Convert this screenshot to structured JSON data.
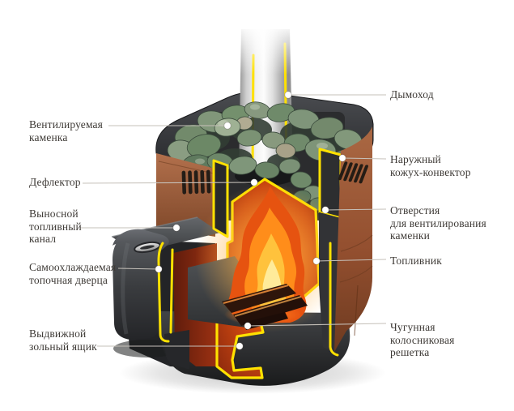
{
  "annotations": {
    "left": [
      {
        "text": "Вентилируемая\nкаменка"
      },
      {
        "text": "Дефлектор"
      },
      {
        "text": "Выносной\nтопливный\nканал"
      },
      {
        "text": "Самоохлаждаемая\nтопочная дверца"
      },
      {
        "text": "Выдвижной\nзольный ящик"
      }
    ],
    "right": [
      {
        "text": "Дымоход"
      },
      {
        "text": "Наружный\nкожух-конвектор"
      },
      {
        "text": "Отверстия\nдля вентилирования\nкаменки"
      },
      {
        "text": "Топливник"
      },
      {
        "text": "Чугунная\nколосниковая\nрешетка"
      }
    ]
  },
  "palette": {
    "background": "#ffffff",
    "cut_edge_yellow": "#ffe100",
    "body_copper": "#9a5c3a",
    "metal_dark": "#303134",
    "stone_green": "#7c8d77",
    "flame_orange": "#ff8d1a",
    "firebox_red": "#cc4710",
    "label_text": "#3e3a36",
    "leader_line": "#c6c1ba"
  }
}
